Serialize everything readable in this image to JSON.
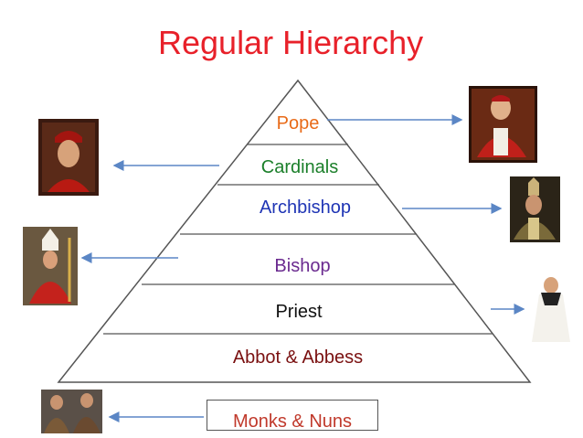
{
  "title": "Regular Hierarchy",
  "levels": [
    {
      "label": "Pope",
      "color": "#e86a17"
    },
    {
      "label": "Cardinals",
      "color": "#1b7f2a"
    },
    {
      "label": "Archbishop",
      "color": "#1f35b5"
    },
    {
      "label": "Bishop",
      "color": "#6a2a8f"
    },
    {
      "label": "Priest",
      "color": "#111111"
    },
    {
      "label": "Abbot & Abbess",
      "color": "#7a1010"
    },
    {
      "label": "Monks & Nuns",
      "color": "#c0392b"
    }
  ],
  "arrow_color": "#5b86c5"
}
